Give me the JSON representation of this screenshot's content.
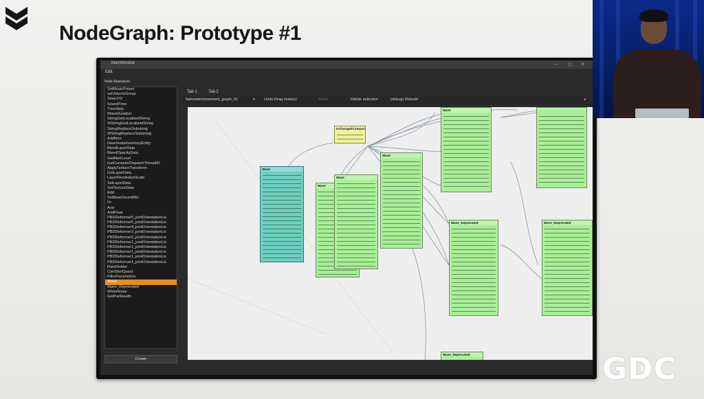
{
  "slide": {
    "title": "NodeGraph: Prototype #1",
    "conference_logo": "GDC",
    "conference_year": "17"
  },
  "window": {
    "title": "MainWindow",
    "menu_edit": "Edit"
  },
  "sidebar": {
    "heading": "Node Resources",
    "items": [
      "SetMusicPreset",
      "setVolumeGroup",
      "SineLFO",
      "SoundTime",
      "TimeStep",
      "WaveDuration",
      "StringGetLocalizedString",
      "WStringGetLocalizedString",
      "StringReplaceSubstring",
      "WStringReplaceSubstring",
      "AddItem",
      "DeactivateInventoryEntity",
      "BlendLayerData",
      "BlendOpacityData",
      "GetAlertLevel",
      "GetComputeDispatchThreadID",
      "ApplyTextureTransform",
      "GetLayerData",
      "LayerResolutionScale",
      "SetLayerData",
      "SetTextureData",
      "Add",
      "SetBaseSoundMix",
      "Or",
      "And",
      "AddFloat",
      "PBDDeformer5_jointOrientationLis",
      "PBDDeformer5_jointOrientationLis",
      "PBDDeformer4_jointOrientationLis",
      "PBDDeformer3_jointOrientationLis",
      "PBDDeformer2_jointOrientationLis",
      "PBDDeformer1_jointOrientationLis",
      "PBDDeformer1_jointOrientationLis",
      "PBDDeformer1_jointOrientationLis",
      "PBDDeformer1_jointOrientationLis",
      "PBDDeformer1_jointOrientationLis",
      "RateDivider",
      "CanStartQuest",
      "FilterParameters",
      "Wave",
      "Wave_Deprecated",
      "WhiteNoise",
      "GetPartHealth"
    ],
    "selected_index": 39,
    "create_label": "Create"
  },
  "tabs": [
    "Tab 1",
    "Tab 2"
  ],
  "toolbar": {
    "graph_select": "harvestermovement_graph_01",
    "undo": "Undo Drag node(s)",
    "redo": "Redo",
    "delete": "Delete selection",
    "rebuild": "(debug) Rebuild"
  },
  "nodes": [
    {
      "title": "Wave",
      "color": "teal"
    },
    {
      "title": "Wave",
      "color": "green"
    },
    {
      "title": "Wave",
      "color": "green"
    },
    {
      "title": "Wave",
      "color": "green"
    },
    {
      "title": "IsChangedCompare",
      "color": "yellow"
    },
    {
      "title": "Wave",
      "color": "green"
    },
    {
      "title": "",
      "color": "green"
    },
    {
      "title": "Wave_Deprecated",
      "color": "green"
    },
    {
      "title": "Wave_Deprecated",
      "color": "green"
    },
    {
      "title": "Wave_Deprecated",
      "color": "green"
    }
  ],
  "colors": {
    "node_green": "#a9ee98",
    "node_teal": "#6ecfbf",
    "node_yellow": "#f2ef9a",
    "selection": "#e2901f"
  }
}
